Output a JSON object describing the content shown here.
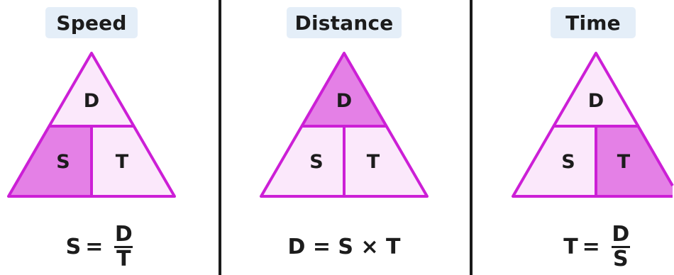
{
  "colors": {
    "stroke": "#cc1fd6",
    "light_fill": "#fbe8fb",
    "highlight_fill": "#e480e6",
    "title_bg": "#e4eef8",
    "divider": "#1a1a1a"
  },
  "panels": [
    {
      "title": "Speed",
      "labels": {
        "top": "D",
        "left": "S",
        "right": "T"
      },
      "highlight": "left",
      "formula": {
        "lhs": "S",
        "equals": "=",
        "numerator": "D",
        "denominator": "T"
      }
    },
    {
      "title": "Distance",
      "labels": {
        "top": "D",
        "left": "S",
        "right": "T"
      },
      "highlight": "top",
      "formula": {
        "text": "D = S × T"
      }
    },
    {
      "title": "Time",
      "labels": {
        "top": "D",
        "left": "S",
        "right": "T"
      },
      "highlight": "right",
      "formula": {
        "lhs": "T",
        "equals": "=",
        "numerator": "D",
        "denominator": "S"
      }
    }
  ]
}
